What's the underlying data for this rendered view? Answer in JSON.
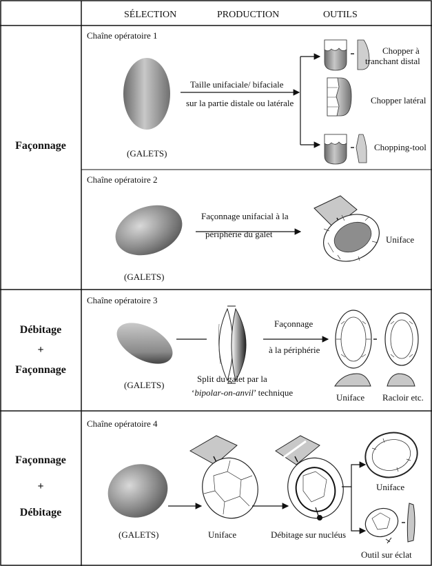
{
  "header": {
    "selection": "SÉLECTION",
    "production": "PRODUCTION",
    "outils": "OUTILS"
  },
  "rows": [
    {
      "category": "Façonnage",
      "chains": [
        {
          "title": "Chaîne opératoire 1",
          "source": "(GALETS)",
          "process_line1": "Taille unifaciale/ bifaciale",
          "process_line2": "sur la partie distale ou latérale",
          "tools": [
            "Chopper à",
            "tranchant distal",
            "Chopper latéral",
            "Chopping-tool"
          ]
        },
        {
          "title": "Chaîne opératoire 2",
          "source": "(GALETS)",
          "process_line1": "Façonnage unifacial à la",
          "process_line2": "périphérie du galet",
          "tool": "Uniface"
        }
      ]
    },
    {
      "category_line1": "Débitage",
      "category_plus": "+",
      "category_line2": "Façonnage",
      "chain": {
        "title": "Chaîne opératoire 3",
        "source": "(GALETS)",
        "split_line1": "Split du galet par la",
        "split_italic": "bipolar-on-anvil",
        "split_line2_suffix": " technique",
        "process_line1": "Façonnage",
        "process_line2": "à la périphérie",
        "tool_left": "Uniface",
        "tool_right": "Racloir etc."
      }
    },
    {
      "category_line1": "Façonnage",
      "category_plus": "+",
      "category_line2": "Débitage",
      "chain": {
        "title": "Chaîne opératoire 4",
        "source": "(GALETS)",
        "step1": "Uniface",
        "step2": "Débitage sur nucléus",
        "tool_top": "Uniface",
        "tool_bottom": "Outil sur éclat"
      }
    }
  ]
}
